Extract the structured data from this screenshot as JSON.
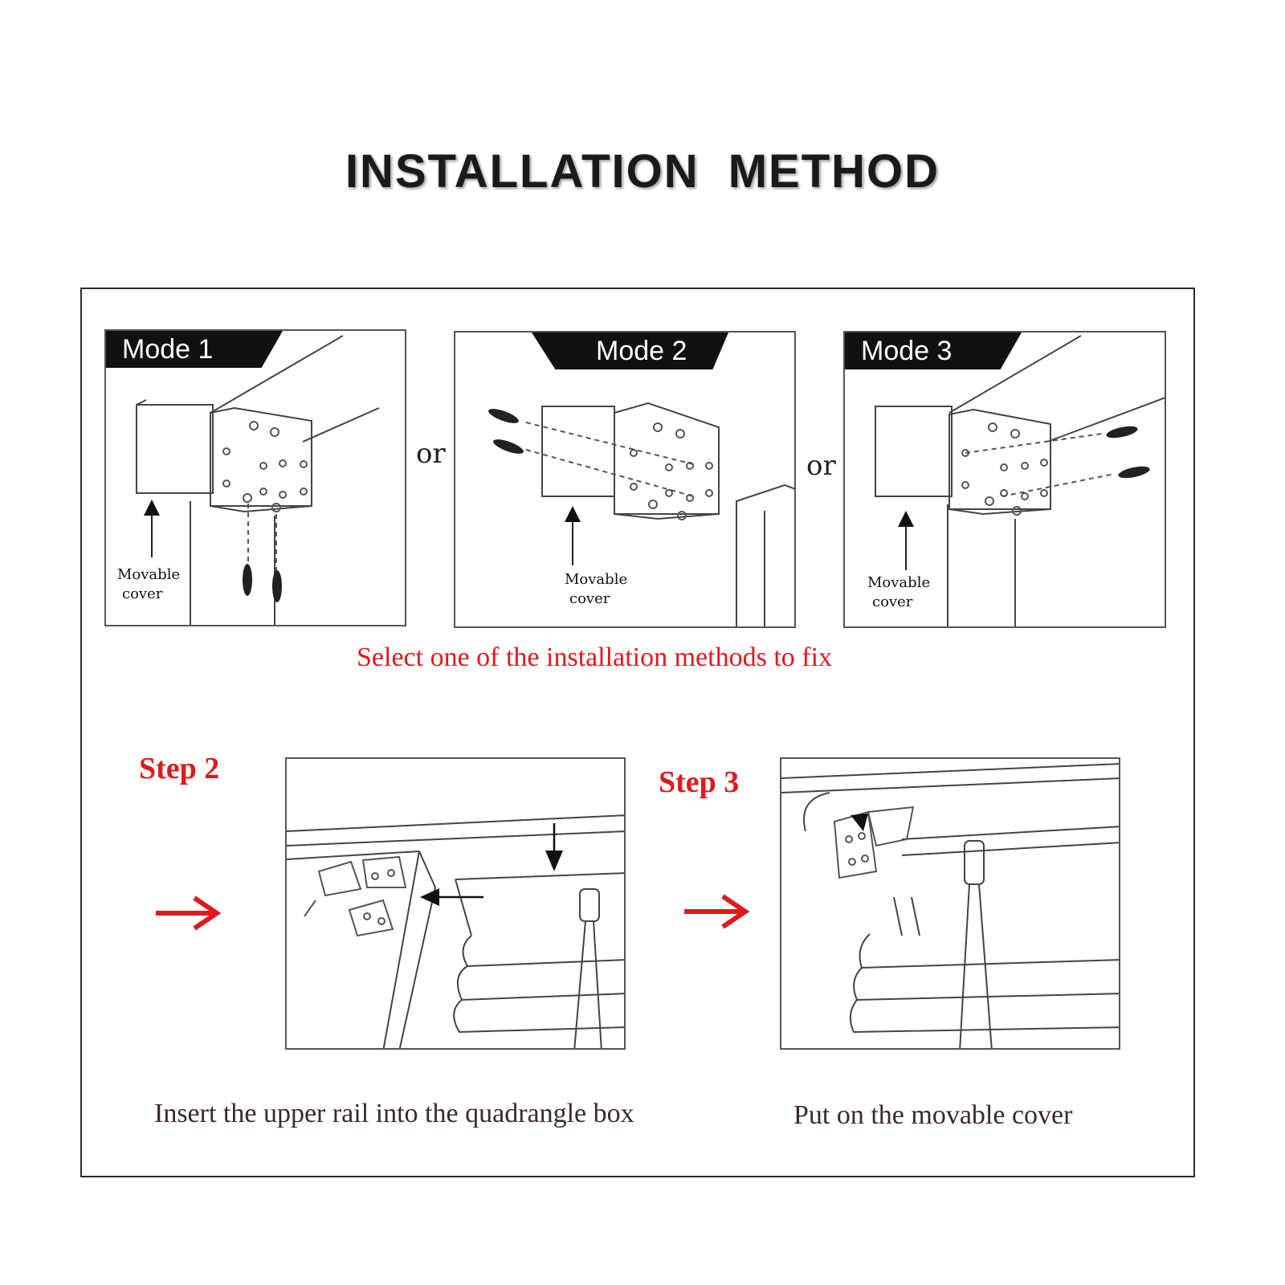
{
  "title": "INSTALLATION  METHOD",
  "modes": [
    {
      "label": "Mode 1",
      "caption_line1": "Movable",
      "caption_line2": "cover"
    },
    {
      "label": "Mode 2",
      "caption_line1": "Movable",
      "caption_line2": "cover"
    },
    {
      "label": "Mode 3",
      "caption_line1": "Movable",
      "caption_line2": "cover"
    }
  ],
  "or_label": "or",
  "select_caption": "Select one of the installation methods to fix",
  "steps": [
    {
      "label": "Step 2",
      "caption": "Insert the upper rail into the quadrangle box"
    },
    {
      "label": "Step 3",
      "caption": "Put on the movable cover"
    }
  ],
  "colors": {
    "accent": "#e0191e",
    "frame": "#2a2a2a",
    "label_bg": "#111111"
  }
}
